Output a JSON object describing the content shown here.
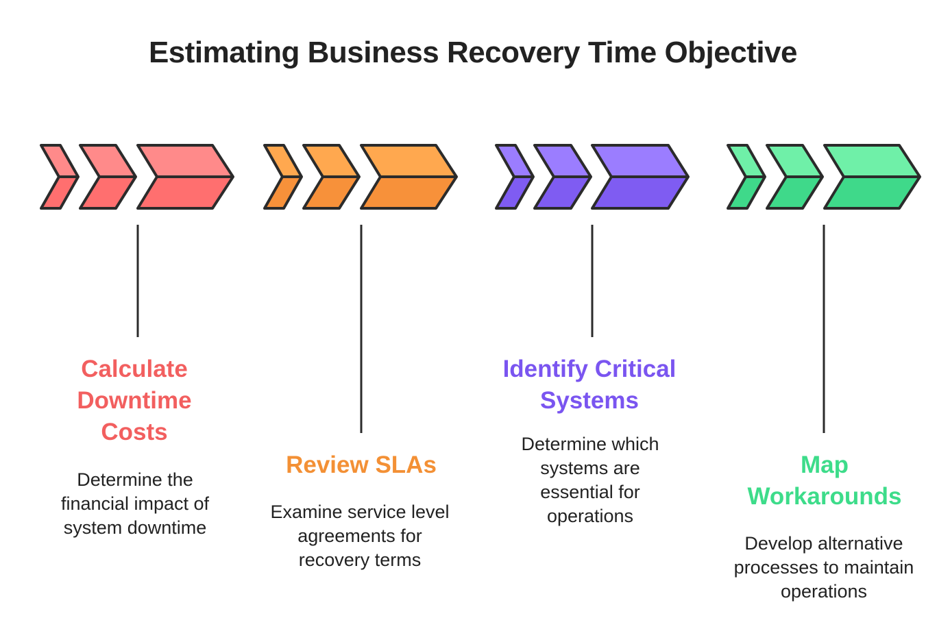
{
  "title": "Estimating Business Recovery Time Objective",
  "steps": [
    {
      "title": "Calculate Downtime Costs",
      "description": "Determine the financial impact of system downtime",
      "color": "#f25f5f",
      "fill_light": "#ff8a8a",
      "fill_dark": "#ff6f6f"
    },
    {
      "title": "Review SLAs",
      "description": "Examine service level agreements for recovery terms",
      "color": "#f39035",
      "fill_light": "#ffa84f",
      "fill_dark": "#f7913a"
    },
    {
      "title": "Identify Critical Systems",
      "description": "Determine which systems are essential for operations",
      "color": "#7a55f0",
      "fill_light": "#9b7dff",
      "fill_dark": "#7f5cf2"
    },
    {
      "title": "Map Workarounds",
      "description": "Develop alternative processes to maintain operations",
      "color": "#3ddc8a",
      "fill_light": "#6ff0a8",
      "fill_dark": "#3fd98a"
    }
  ]
}
